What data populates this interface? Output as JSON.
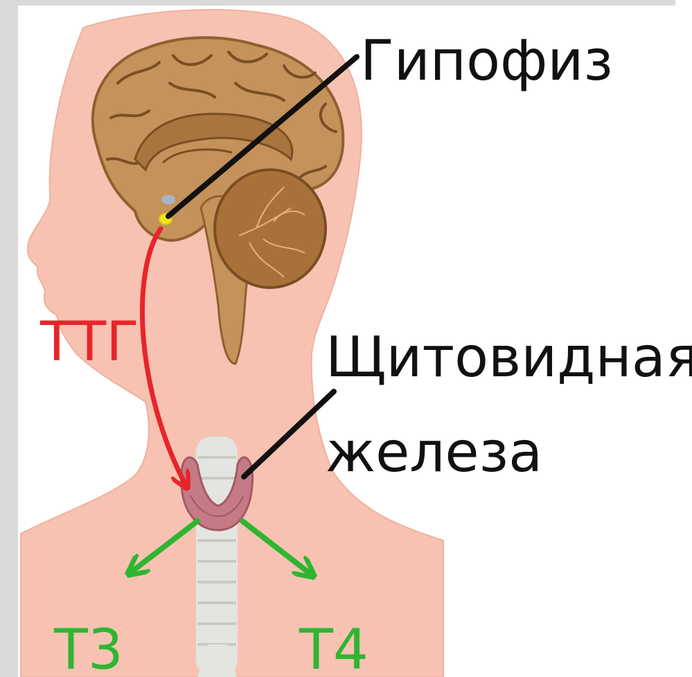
{
  "labels": {
    "pituitary": "Гипофиз",
    "thyroid_line1": "Щитовидная",
    "thyroid_line2": "железа",
    "tsh": "ТТГ",
    "t3": "Т3",
    "t4": "Т4"
  },
  "colors": {
    "frame": "#d9d9db",
    "skin": "#f7c2b2",
    "skin_edge": "#efb19e",
    "brain": "#c4925a",
    "brain_dark": "#8f6030",
    "brain_fold": "#7a4e22",
    "cerebellum": "#a9713a",
    "pituitary_blue": "#a8b4c8",
    "pituitary_yellow": "#f2e41a",
    "trachea": "#e3e5e0",
    "trachea_ring": "#c9cbc3",
    "thyroid": "#c47b86",
    "thyroid_dark": "#a35966",
    "tsh_red": "#e8242a",
    "hormone_green": "#2fb532",
    "leader_black": "#111111"
  }
}
